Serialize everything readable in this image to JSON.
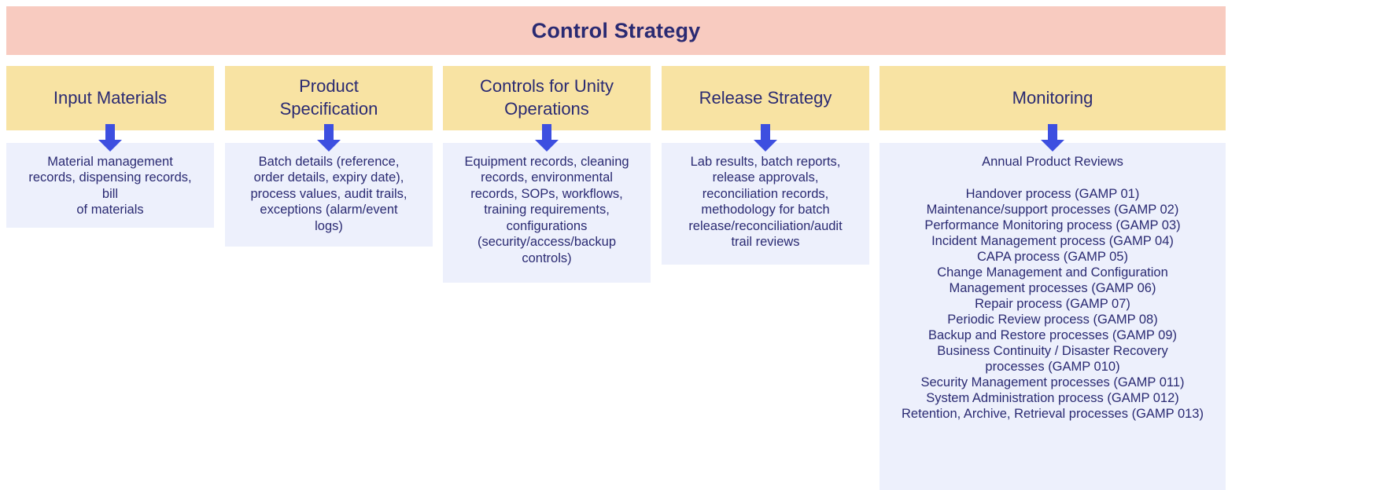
{
  "banner": {
    "title": "Control Strategy",
    "background_color": "#F8CBC0",
    "text_color": "#2A2A72"
  },
  "theme": {
    "header_box_color": "#F8E3A3",
    "body_box_color": "#EDF0FC",
    "arrow_color": "#3D4FE0",
    "text_color": "#2A2A72"
  },
  "columns": [
    {
      "header": "Input Materials",
      "arrow_icon": "down-arrow-icon",
      "body": "Material management\nrecords, dispensing records,\nbill\nof materials"
    },
    {
      "header": "Product\nSpecification",
      "arrow_icon": "down-arrow-icon",
      "body": "Batch details (reference,\norder details, expiry date),\nprocess values, audit trails,\nexceptions (alarm/event\nlogs)"
    },
    {
      "header": "Controls for Unity\nOperations",
      "arrow_icon": "down-arrow-icon",
      "body": "Equipment records, cleaning\nrecords, environmental\nrecords, SOPs, workflows,\ntraining requirements,\nconfigurations\n(security/access/backup\ncontrols)"
    },
    {
      "header": "Release Strategy",
      "arrow_icon": "down-arrow-icon",
      "body": "Lab results, batch reports,\nrelease approvals,\nreconciliation records,\nmethodology for batch\nrelease/reconciliation/audit\ntrail reviews"
    },
    {
      "header": "Monitoring",
      "arrow_icon": "down-arrow-icon",
      "body_lead": "Annual Product Reviews",
      "body_list": [
        "Handover process (GAMP 01)",
        "Maintenance/support processes (GAMP 02)",
        "Performance Monitoring process (GAMP 03)",
        "Incident Management process (GAMP 04)",
        "CAPA process (GAMP 05)",
        "Change Management and Configuration",
        "Management processes (GAMP 06)",
        "Repair process (GAMP 07)",
        "Periodic Review process (GAMP 08)",
        "Backup and Restore processes (GAMP 09)",
        "Business Continuity / Disaster Recovery",
        "processes (GAMP 010)",
        "Security Management processes (GAMP 011)",
        "System Administration process (GAMP 012)",
        "Retention, Archive, Retrieval processes (GAMP 013)"
      ]
    }
  ]
}
